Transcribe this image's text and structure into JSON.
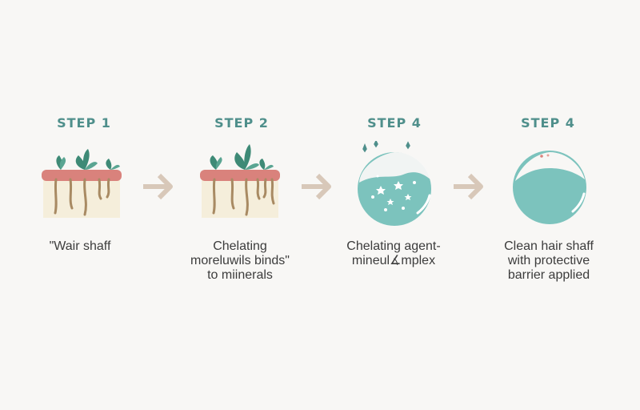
{
  "steps": [
    {
      "title": "STEP 1",
      "illustration": "hair-shaft-with-plants",
      "caption_lines": [
        "\"Wair shaff"
      ]
    },
    {
      "title": "STEP 2",
      "illustration": "hair-shaft-with-plants",
      "caption_lines": [
        "Chelating",
        "moreluwils binds\"",
        "to miinerals"
      ]
    },
    {
      "title": "STEP 4",
      "illustration": "circle-with-minerals",
      "caption_lines": [
        "Chelating agent-",
        "mineul∡mplex"
      ]
    },
    {
      "title": "STEP 4",
      "illustration": "clean-circle",
      "caption_lines": [
        "Clean hair shaff",
        "with protective",
        "barrier applied"
      ]
    }
  ],
  "arrows": [
    "arrow-right-icon",
    "arrow-right-icon",
    "arrow-right-icon"
  ],
  "colors": {
    "teal": "#4f8f8b",
    "circle_fill": "#7cc3bd",
    "skin_top": "#d9827c",
    "skin_body": "#f5eedb",
    "roots": "#a88a63",
    "leaf": "#3e8a76",
    "arrow": "#d8c8b9",
    "text": "#3c3c3c"
  }
}
